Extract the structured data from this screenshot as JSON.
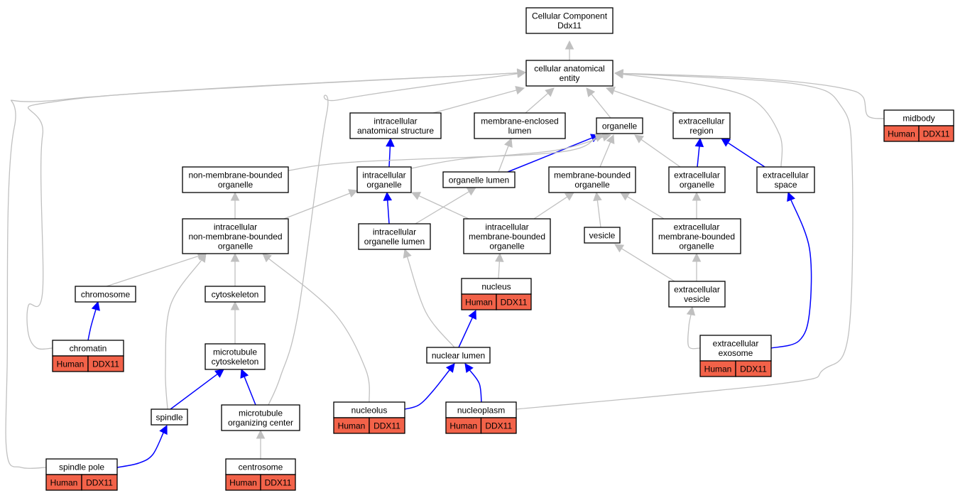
{
  "nodes": {
    "root": {
      "lines": [
        "Cellular Component",
        "Ddx11"
      ]
    },
    "cae": {
      "lines": [
        "cellular anatomical",
        "entity"
      ]
    },
    "ias": {
      "lines": [
        "intracellular",
        "anatomical structure"
      ]
    },
    "mel": {
      "lines": [
        "membrane-enclosed",
        "lumen"
      ]
    },
    "org": {
      "lines": [
        "organelle"
      ]
    },
    "exr": {
      "lines": [
        "extracellular",
        "region"
      ]
    },
    "mid": {
      "lines": [
        "midbody"
      ],
      "annotation": {
        "species": "Human",
        "gene": "DDX11"
      }
    },
    "nmbo": {
      "lines": [
        "non-membrane-bounded",
        "organelle"
      ]
    },
    "io": {
      "lines": [
        "intracellular",
        "organelle"
      ]
    },
    "ol": {
      "lines": [
        "organelle lumen"
      ]
    },
    "mbo": {
      "lines": [
        "membrane-bounded",
        "organelle"
      ]
    },
    "exo": {
      "lines": [
        "extracellular",
        "organelle"
      ]
    },
    "exs": {
      "lines": [
        "extracellular",
        "space"
      ]
    },
    "inmbo": {
      "lines": [
        "intracellular",
        "non-membrane-bounded",
        "organelle"
      ]
    },
    "iol": {
      "lines": [
        "intracellular",
        "organelle lumen"
      ]
    },
    "imbo": {
      "lines": [
        "intracellular",
        "membrane-bounded",
        "organelle"
      ]
    },
    "ves": {
      "lines": [
        "vesicle"
      ]
    },
    "embo": {
      "lines": [
        "extracellular",
        "membrane-bounded",
        "organelle"
      ]
    },
    "chr": {
      "lines": [
        "chromosome"
      ]
    },
    "cyt": {
      "lines": [
        "cytoskeleton"
      ]
    },
    "nuc": {
      "lines": [
        "nucleus"
      ],
      "annotation": {
        "species": "Human",
        "gene": "DDX11"
      }
    },
    "exv": {
      "lines": [
        "extracellular",
        "vesicle"
      ]
    },
    "chm": {
      "lines": [
        "chromatin"
      ],
      "annotation": {
        "species": "Human",
        "gene": "DDX11"
      }
    },
    "mtc": {
      "lines": [
        "microtubule",
        "cytoskeleton"
      ]
    },
    "nl": {
      "lines": [
        "nuclear lumen"
      ]
    },
    "exos": {
      "lines": [
        "extracellular",
        "exosome"
      ],
      "annotation": {
        "species": "Human",
        "gene": "DDX11"
      }
    },
    "spi": {
      "lines": [
        "spindle"
      ]
    },
    "mtoc": {
      "lines": [
        "microtubule",
        "organizing center"
      ]
    },
    "ncl": {
      "lines": [
        "nucleolus"
      ],
      "annotation": {
        "species": "Human",
        "gene": "DDX11"
      }
    },
    "npl": {
      "lines": [
        "nucleoplasm"
      ],
      "annotation": {
        "species": "Human",
        "gene": "DDX11"
      }
    },
    "sp": {
      "lines": [
        "spindle pole"
      ],
      "annotation": {
        "species": "Human",
        "gene": "DDX11"
      }
    },
    "cen": {
      "lines": [
        "centrosome"
      ],
      "annotation": {
        "species": "Human",
        "gene": "DDX11"
      }
    }
  },
  "edges": [
    {
      "from": "cae",
      "to": "root",
      "kind": "is_a"
    },
    {
      "from": "ias",
      "to": "cae",
      "kind": "is_a"
    },
    {
      "from": "mel",
      "to": "cae",
      "kind": "is_a"
    },
    {
      "from": "org",
      "to": "cae",
      "kind": "is_a"
    },
    {
      "from": "exr",
      "to": "cae",
      "kind": "is_a"
    },
    {
      "from": "mid",
      "to": "cae",
      "kind": "is_a"
    },
    {
      "from": "chm",
      "to": "cae",
      "kind": "is_a"
    },
    {
      "from": "sp",
      "to": "cae",
      "kind": "is_a"
    },
    {
      "from": "mtoc",
      "to": "cae",
      "kind": "is_a"
    },
    {
      "from": "npl",
      "to": "cae",
      "kind": "is_a"
    },
    {
      "from": "exs",
      "to": "cae",
      "kind": "is_a"
    },
    {
      "from": "io",
      "to": "ias",
      "kind": "part_of"
    },
    {
      "from": "ol",
      "to": "mel",
      "kind": "is_a"
    },
    {
      "from": "ol",
      "to": "org",
      "kind": "part_of"
    },
    {
      "from": "nmbo",
      "to": "org",
      "kind": "is_a"
    },
    {
      "from": "io",
      "to": "org",
      "kind": "is_a"
    },
    {
      "from": "mbo",
      "to": "org",
      "kind": "is_a"
    },
    {
      "from": "exo",
      "to": "org",
      "kind": "is_a"
    },
    {
      "from": "exo",
      "to": "exr",
      "kind": "part_of"
    },
    {
      "from": "exs",
      "to": "exr",
      "kind": "part_of"
    },
    {
      "from": "inmbo",
      "to": "nmbo",
      "kind": "is_a"
    },
    {
      "from": "inmbo",
      "to": "io",
      "kind": "is_a"
    },
    {
      "from": "iol",
      "to": "io",
      "kind": "part_of"
    },
    {
      "from": "imbo",
      "to": "io",
      "kind": "is_a"
    },
    {
      "from": "iol",
      "to": "ol",
      "kind": "is_a"
    },
    {
      "from": "imbo",
      "to": "mbo",
      "kind": "is_a"
    },
    {
      "from": "ves",
      "to": "mbo",
      "kind": "is_a"
    },
    {
      "from": "embo",
      "to": "mbo",
      "kind": "is_a"
    },
    {
      "from": "embo",
      "to": "exo",
      "kind": "is_a"
    },
    {
      "from": "exos",
      "to": "exs",
      "kind": "part_of"
    },
    {
      "from": "chr",
      "to": "inmbo",
      "kind": "is_a"
    },
    {
      "from": "cyt",
      "to": "inmbo",
      "kind": "is_a"
    },
    {
      "from": "spi",
      "to": "inmbo",
      "kind": "is_a"
    },
    {
      "from": "ncl",
      "to": "inmbo",
      "kind": "is_a"
    },
    {
      "from": "nl",
      "to": "iol",
      "kind": "is_a"
    },
    {
      "from": "nuc",
      "to": "imbo",
      "kind": "is_a"
    },
    {
      "from": "exv",
      "to": "ves",
      "kind": "is_a"
    },
    {
      "from": "exv",
      "to": "embo",
      "kind": "is_a"
    },
    {
      "from": "chm",
      "to": "chr",
      "kind": "part_of"
    },
    {
      "from": "mtc",
      "to": "cyt",
      "kind": "is_a"
    },
    {
      "from": "nl",
      "to": "nuc",
      "kind": "part_of"
    },
    {
      "from": "exos",
      "to": "exv",
      "kind": "is_a"
    },
    {
      "from": "spi",
      "to": "mtc",
      "kind": "part_of"
    },
    {
      "from": "mtoc",
      "to": "mtc",
      "kind": "part_of"
    },
    {
      "from": "ncl",
      "to": "nl",
      "kind": "part_of"
    },
    {
      "from": "npl",
      "to": "nl",
      "kind": "part_of"
    },
    {
      "from": "sp",
      "to": "spi",
      "kind": "part_of"
    },
    {
      "from": "cen",
      "to": "mtoc",
      "kind": "is_a"
    }
  ],
  "colors": {
    "is_a_edge": "#c0c0c0",
    "part_of_edge": "#0000ff",
    "annotation_fill": "#f26249",
    "node_border": "#000000"
  }
}
